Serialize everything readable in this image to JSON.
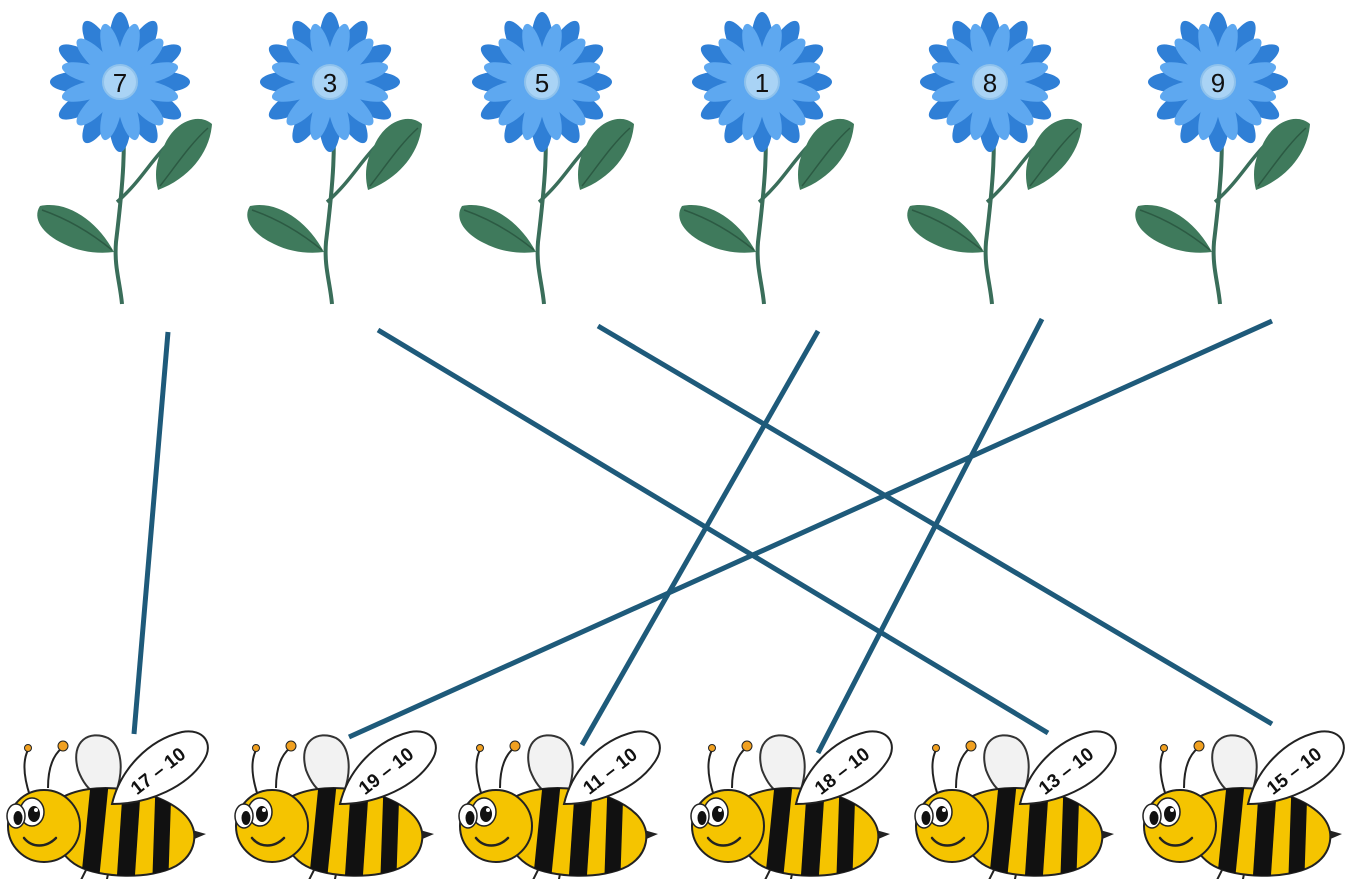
{
  "flowers": [
    {
      "number": "7"
    },
    {
      "number": "3"
    },
    {
      "number": "5"
    },
    {
      "number": "1"
    },
    {
      "number": "8"
    },
    {
      "number": "9"
    }
  ],
  "bees": [
    {
      "expression": "17 – 10"
    },
    {
      "expression": "19 – 10"
    },
    {
      "expression": "11 – 10"
    },
    {
      "expression": "18 – 10"
    },
    {
      "expression": "13 – 10"
    },
    {
      "expression": "15 – 10"
    }
  ],
  "matches": [
    {
      "flower": 0,
      "bee": 0
    },
    {
      "flower": 1,
      "bee": 4
    },
    {
      "flower": 2,
      "bee": 5
    },
    {
      "flower": 3,
      "bee": 2
    },
    {
      "flower": 4,
      "bee": 3
    },
    {
      "flower": 5,
      "bee": 1
    }
  ],
  "colors": {
    "petal_dark": "#2f7fd6",
    "petal_light": "#5ea8f0",
    "flower_center": "#a9d3f5",
    "stem": "#3a6e5a",
    "leaf": "#3f7a5c",
    "line": "#1e5a7a",
    "bee_body": "#f5c400",
    "bee_stripe": "#111111"
  },
  "icons": {
    "flower": "blue-daisy-flower-icon",
    "bee": "cartoon-bee-icon"
  }
}
